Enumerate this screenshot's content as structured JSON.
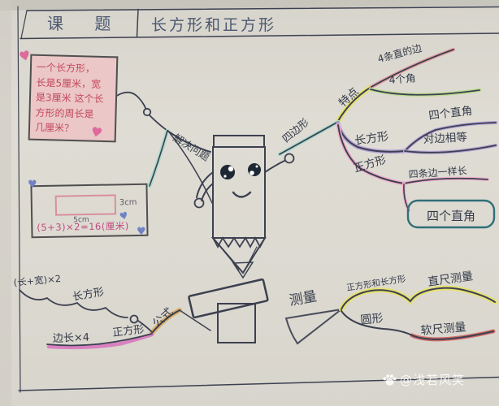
{
  "header": {
    "label": "课 题",
    "title": "长方形和正方形"
  },
  "problem_note": {
    "lines": [
      "一个长方形，",
      "长是5厘米，宽",
      "是3厘米 这个长",
      "方形的周长是",
      "几厘米？"
    ]
  },
  "example": {
    "width_label": "5cm",
    "height_label": "3cm",
    "formula": "(5+3)×2=16(厘米)"
  },
  "mindmap": {
    "solve": "解决问题",
    "features": "特点",
    "feature_edges": "4条直的边",
    "feature_corners": "4个角",
    "quadrilateral": "四边形",
    "rectangle": "长方形",
    "rectangle_angles": "四个直角",
    "rectangle_sides": "对边相等",
    "square": "正方形",
    "square_sides": "四条边一样长",
    "square_angles": "四个直角",
    "measure": "测量",
    "measure_shapes": "正方形和长方形",
    "measure_ruler": "直尺测量",
    "measure_circle": "圆形",
    "measure_tape": "软尺测量",
    "formula": "公式",
    "formula_rectangle": "长方形",
    "formula_rectangle_expr": "(长+宽)×2",
    "formula_square": "正方形",
    "formula_square_expr": "边长×4"
  },
  "watermark": {
    "handle": "@浅若风笑"
  },
  "icons": {
    "heart": "♥"
  },
  "colors": {
    "highlight_yellow": "#e6e170",
    "highlight_teal": "#a8d8cd",
    "highlight_pink": "#efaecb",
    "highlight_purple": "#b4a1d6",
    "highlight_green": "#bcdb90",
    "highlight_red": "#d06d68",
    "highlight_tan": "#dcae68",
    "note_pink": "#ebc7c7",
    "pencil_blue": "#bcdbe1",
    "ink": "#3c4150"
  }
}
